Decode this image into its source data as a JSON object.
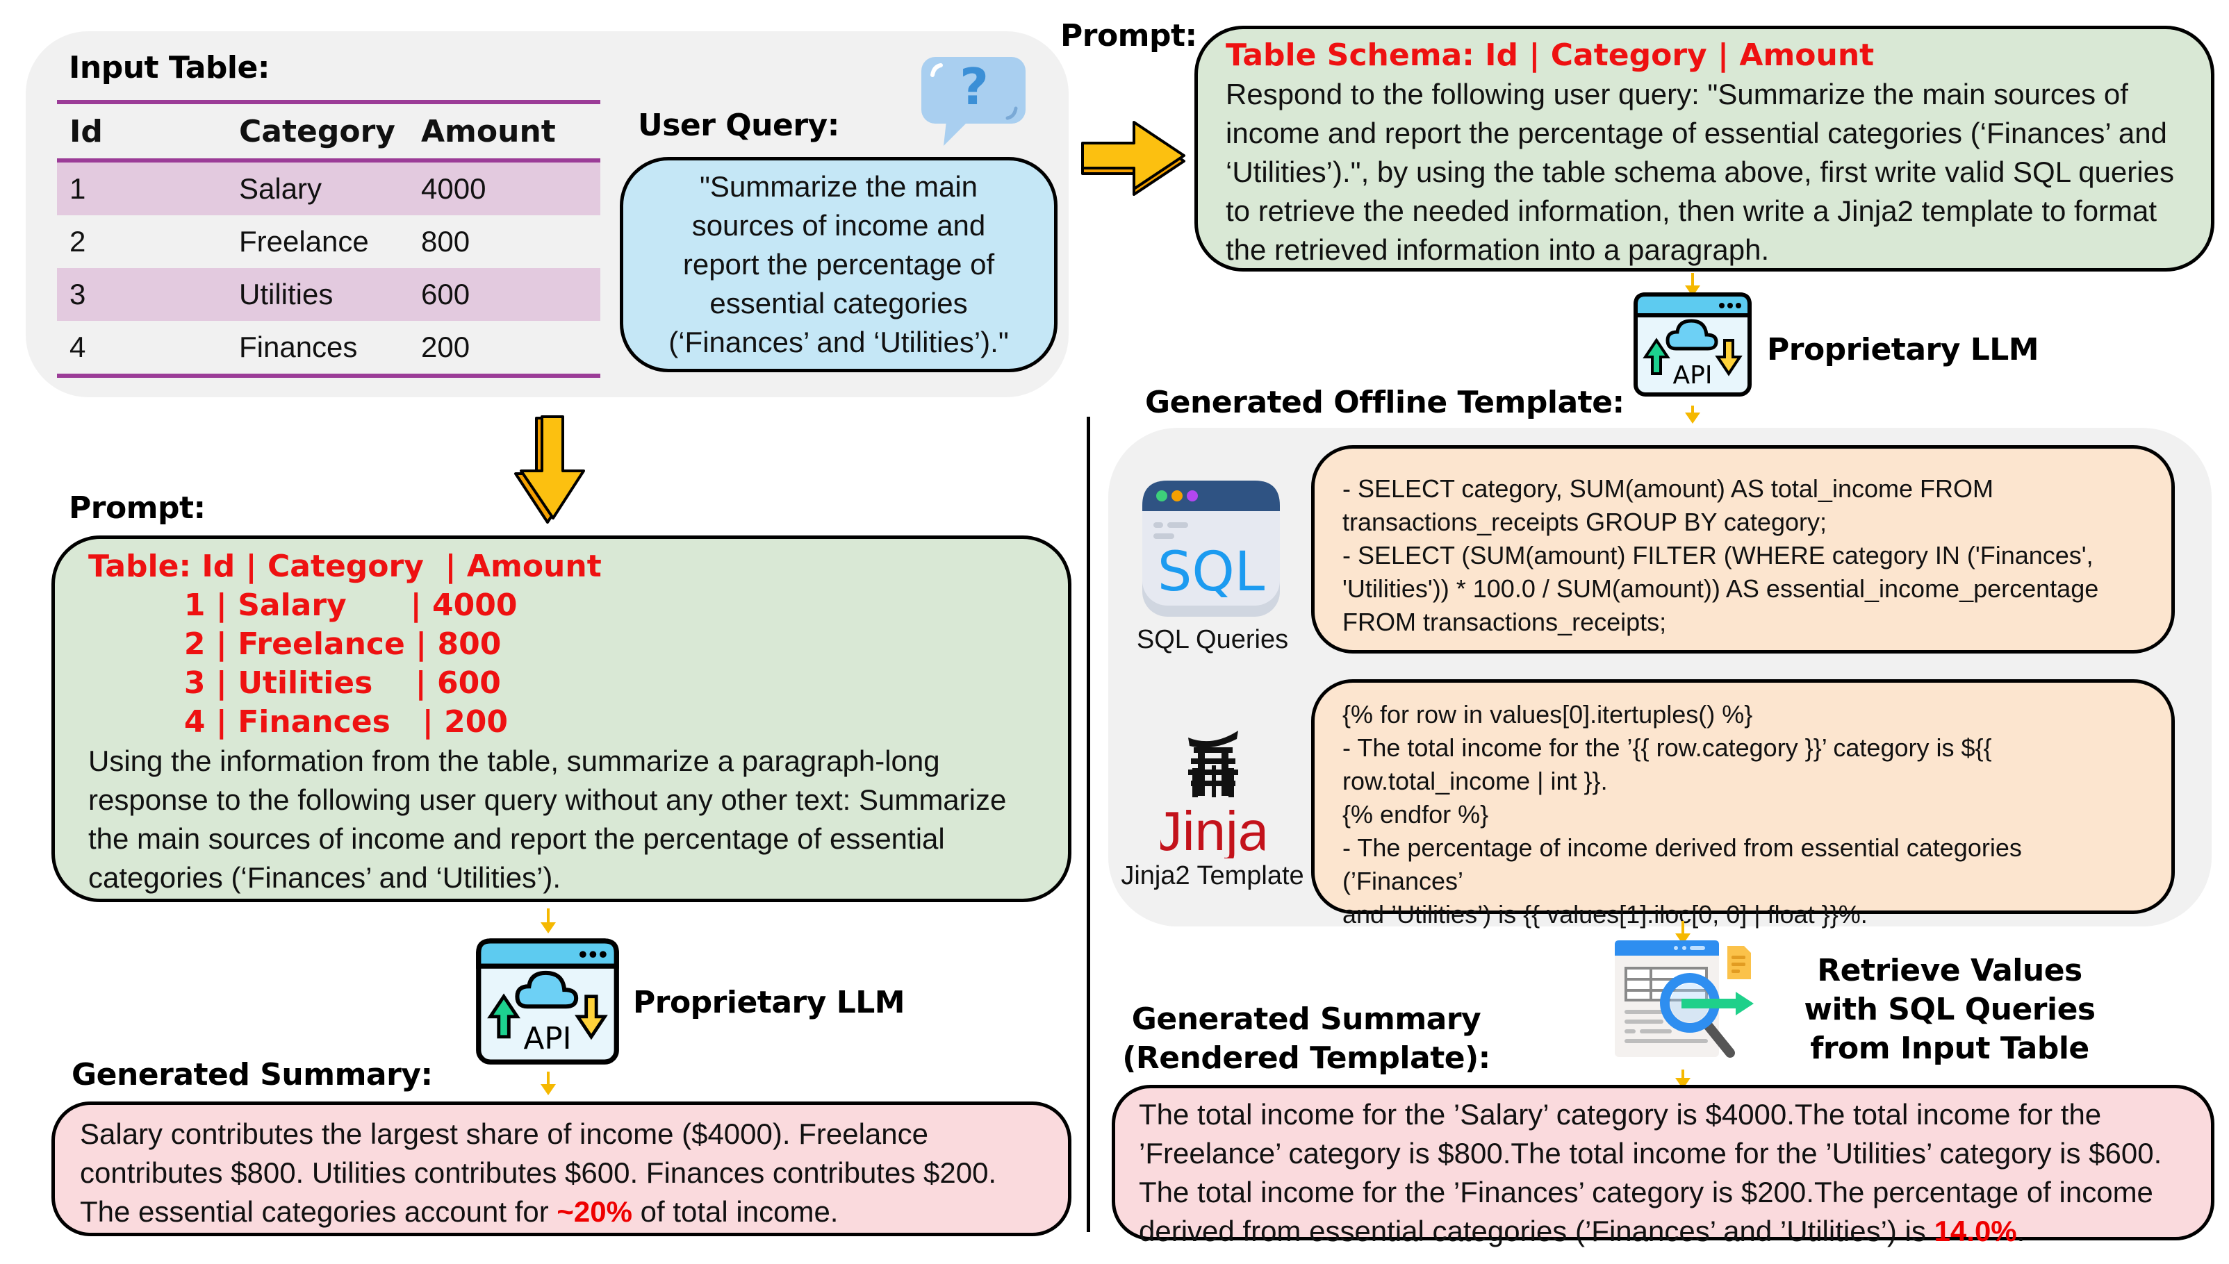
{
  "input_table": {
    "title": "Input Table:",
    "columns": [
      "Id",
      "Category",
      "Amount"
    ],
    "rows": [
      [
        "1",
        "Salary",
        "4000"
      ],
      [
        "2",
        "Freelance",
        "800"
      ],
      [
        "3",
        "Utilities",
        "600"
      ],
      [
        "4",
        "Finances",
        "200"
      ]
    ]
  },
  "user_query": {
    "title": "User Query:",
    "text": "\"Summarize the main sources of income and report the percentage of essential categories (‘Finances’ and ‘Utilities’).\"",
    "icon": "question-bubble-icon"
  },
  "left_flow": {
    "prompt_title": "Prompt:",
    "prompt_table_lines": [
      "Table: Id | Category  | Amount",
      "         1 | Salary      | 4000",
      "         2 | Freelance | 800",
      "         3 | Utilities    | 600",
      "         4 | Finances   | 200"
    ],
    "prompt_text": "Using the information from the table, summarize a paragraph-long response to the following user query without any other text: Summarize the main sources of income and report the percentage of essential categories (‘Finances’ and ‘Utilities’).",
    "llm_label": "Proprietary LLM",
    "llm_icon_text": "API",
    "summary_title": "Generated Summary:",
    "summary_before": "Salary contributes the largest share of income ($4000). Freelance contributes $800. Utilities contributes $600. Finances contributes $200. The essential categories account for ",
    "summary_highlight": "~20%",
    "summary_after": " of total income."
  },
  "right_flow": {
    "prompt_title": "Prompt:",
    "schema_line": "Table Schema: Id | Category | Amount",
    "prompt_text": "Respond to the following user query: \"Summarize the main sources of income and report the percentage of essential categories (‘Finances’ and ‘Utilities’).\", by using the table schema above, first write valid SQL queries to retrieve the needed information, then write a Jinja2 template to format the retrieved information into a paragraph.",
    "llm_label": "Proprietary LLM",
    "llm_icon_text": "API",
    "template_title": "Generated Offline Template:",
    "sql": {
      "icon_text": "SQL",
      "label": "SQL Queries",
      "lines": [
        "- SELECT category, SUM(amount) AS total_income FROM",
        "transactions_receipts GROUP BY category;",
        "- SELECT (SUM(amount) FILTER (WHERE category IN ('Finances',",
        "'Utilities')) * 100.0 / SUM(amount)) AS essential_income_percentage",
        "FROM transactions_receipts;"
      ]
    },
    "jinja": {
      "icon_text": "Jinja",
      "label": "Jinja2 Template",
      "lines": [
        "{% for row in values[0].itertuples() %}",
        "- The total income for the ’{{ row.category }}’ category is ${{",
        "row.total_income | int }}.",
        "{% endfor %}",
        "- The percentage of income derived from essential categories (’Finances’",
        "and ’Utilities’) is {{ values[1].iloc[0, 0] | float }}%."
      ]
    },
    "retrieve_label": [
      "Retrieve Values",
      "with SQL Queries",
      "from Input Table"
    ],
    "summary_title": [
      "Generated Summary",
      "(Rendered Template):"
    ],
    "summary_before": "The total income for the ’Salary’ category is $4000.The total income for the ’Freelance’ category is $800.The total income for the ’Utilities’ category is $600. The total income for the ’Finances’ category is $200.The percentage of income derived from essential categories (’Finances’ and ’Utilities’) is ",
    "summary_highlight": "14.0%",
    "summary_after": "."
  },
  "colors": {
    "prompt_box": "#d9e8d5",
    "query_box": "#c5e7f6",
    "template_box": "#fce5cf",
    "summary_box": "#fadadd",
    "panel": "#f1f1f1",
    "highlight_red": "#ee0000",
    "table_rule": "#9b3c97",
    "table_shade": "#e3cadf",
    "arrow": "#f5b800"
  }
}
